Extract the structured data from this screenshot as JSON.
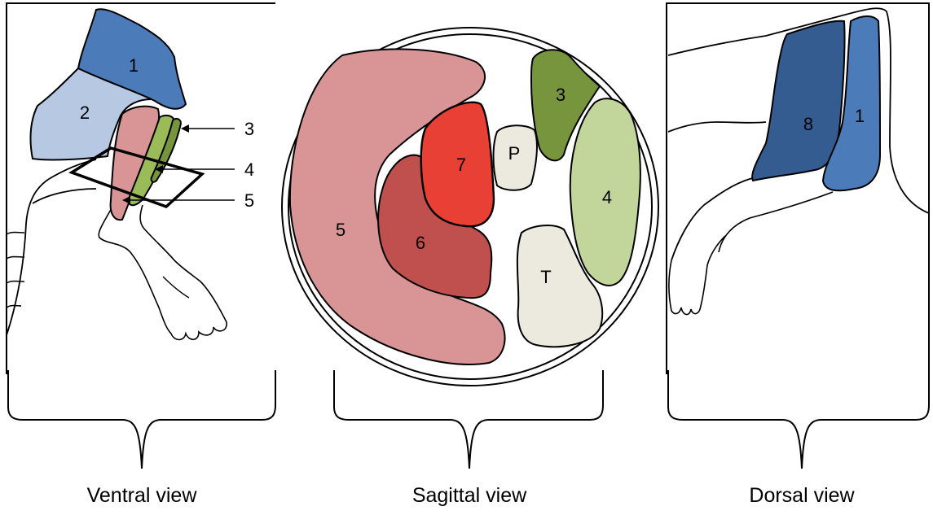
{
  "colors": {
    "dark_blue": "#345C91",
    "mid_blue": "#4C7BBA",
    "light_blue": "#B7C8E3",
    "salmon": "#D99596",
    "dark_red": "#C0504D",
    "bright_red": "#E84034",
    "dark_green": "#77953D",
    "light_green": "#C2D69B",
    "beige": "#ECEADF",
    "stroke": "#000000"
  },
  "ventral": {
    "caption": "Ventral view",
    "labels": {
      "m1": "1",
      "m2": "2",
      "m3": "3",
      "m4": "4",
      "m5": "5"
    }
  },
  "sagittal": {
    "caption": "Sagittal view",
    "labels": {
      "m3": "3",
      "m4": "4",
      "m5": "5",
      "m6": "6",
      "m7": "7",
      "p": "P",
      "t": "T"
    }
  },
  "dorsal": {
    "caption": "Dorsal view",
    "labels": {
      "m8": "8",
      "m1": "1"
    }
  }
}
